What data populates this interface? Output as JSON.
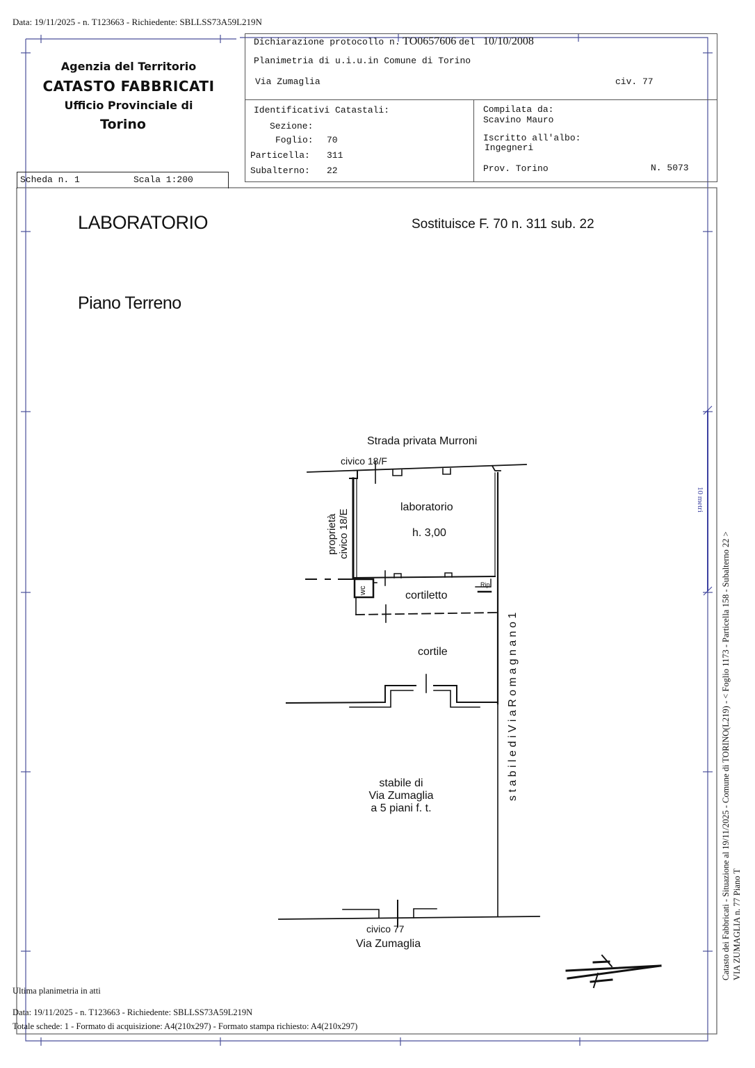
{
  "top_stamp": "Data: 19/11/2025 - n. T123663 - Richiedente: SBLLSS73A59L219N",
  "agency": {
    "line1": "Agenzia del Territorio",
    "line2": "CATASTO FABBRICATI",
    "line3": "Ufficio Provinciale di",
    "line4": "Torino"
  },
  "header": {
    "dichiarazione_label": "Dichiarazione protocollo n.",
    "protocollo": "TO0657606",
    "del_label": "del",
    "date": "10/10/2008",
    "planimetria": "Planimetria di u.i.u.in Comune di Torino",
    "via": "Via Zumaglia",
    "civ": "civ. 77"
  },
  "identificativi": {
    "title": "Identificativi Catastali:",
    "sezione_label": "Sezione:",
    "sezione_value": "",
    "foglio_label": "Foglio:",
    "foglio_value": "70",
    "particella_label": "Particella:",
    "particella_value": "311",
    "subalterno_label": "Subalterno:",
    "subalterno_value": "22"
  },
  "compilata": {
    "label": "Compilata da:",
    "name": "Scavino Mauro",
    "albo_label": "Iscritto all'albo:",
    "albo": "Ingegneri",
    "prov": "Prov. Torino",
    "numero": "N.  5073"
  },
  "scheda": {
    "label": "Scheda n. 1",
    "scala": "Scala 1:200"
  },
  "drawing": {
    "title": "LABORATORIO",
    "sostituisce": "Sostituisce  F. 70  n. 311 sub. 22",
    "piano": "Piano Terreno",
    "labels": {
      "strada": "Strada  privata  Murroni",
      "civico_18f": "civico 18/F",
      "laboratorio": "laboratorio",
      "altezza": "h. 3,00",
      "proprieta": "proprietà",
      "civico_18e": "civico 18/E",
      "wc": "wc",
      "rip": "Rip.",
      "cortiletto": "cortiletto",
      "cortile": "cortile",
      "via_romagnano": "s t a b i l e    d i    V i a    R o m a g n a n o   1",
      "stabile_1": "stabile  di",
      "stabile_2": "Via Zumaglia",
      "stabile_3": "a 5 piani f. t.",
      "civico_77": "civico 77",
      "via_zumaglia": "Via  Zumaglia"
    },
    "scale_bar": "10 metri"
  },
  "side_text": {
    "line1": "Catasto dei Fabbricati - Situazione al 19/11/2025 - Comune di TORINO(L219) - < Foglio 1173 - Particella  158 - Subalterno 22 >",
    "line2": "VIA ZUMAGLIA n. 77 Piano T"
  },
  "footer": {
    "ultima": "Ultima planimetria in atti",
    "data": "Data: 19/11/2025 - n. T123663 - Richiedente: SBLLSS73A59L219N",
    "totale": "Totale schede: 1 - Formato di acquisizione: A4(210x297)  - Formato stampa richiesto: A4(210x297)"
  },
  "colors": {
    "frame_blue": "#4a4f9a",
    "box_grey": "#555555",
    "ink": "#111111"
  }
}
